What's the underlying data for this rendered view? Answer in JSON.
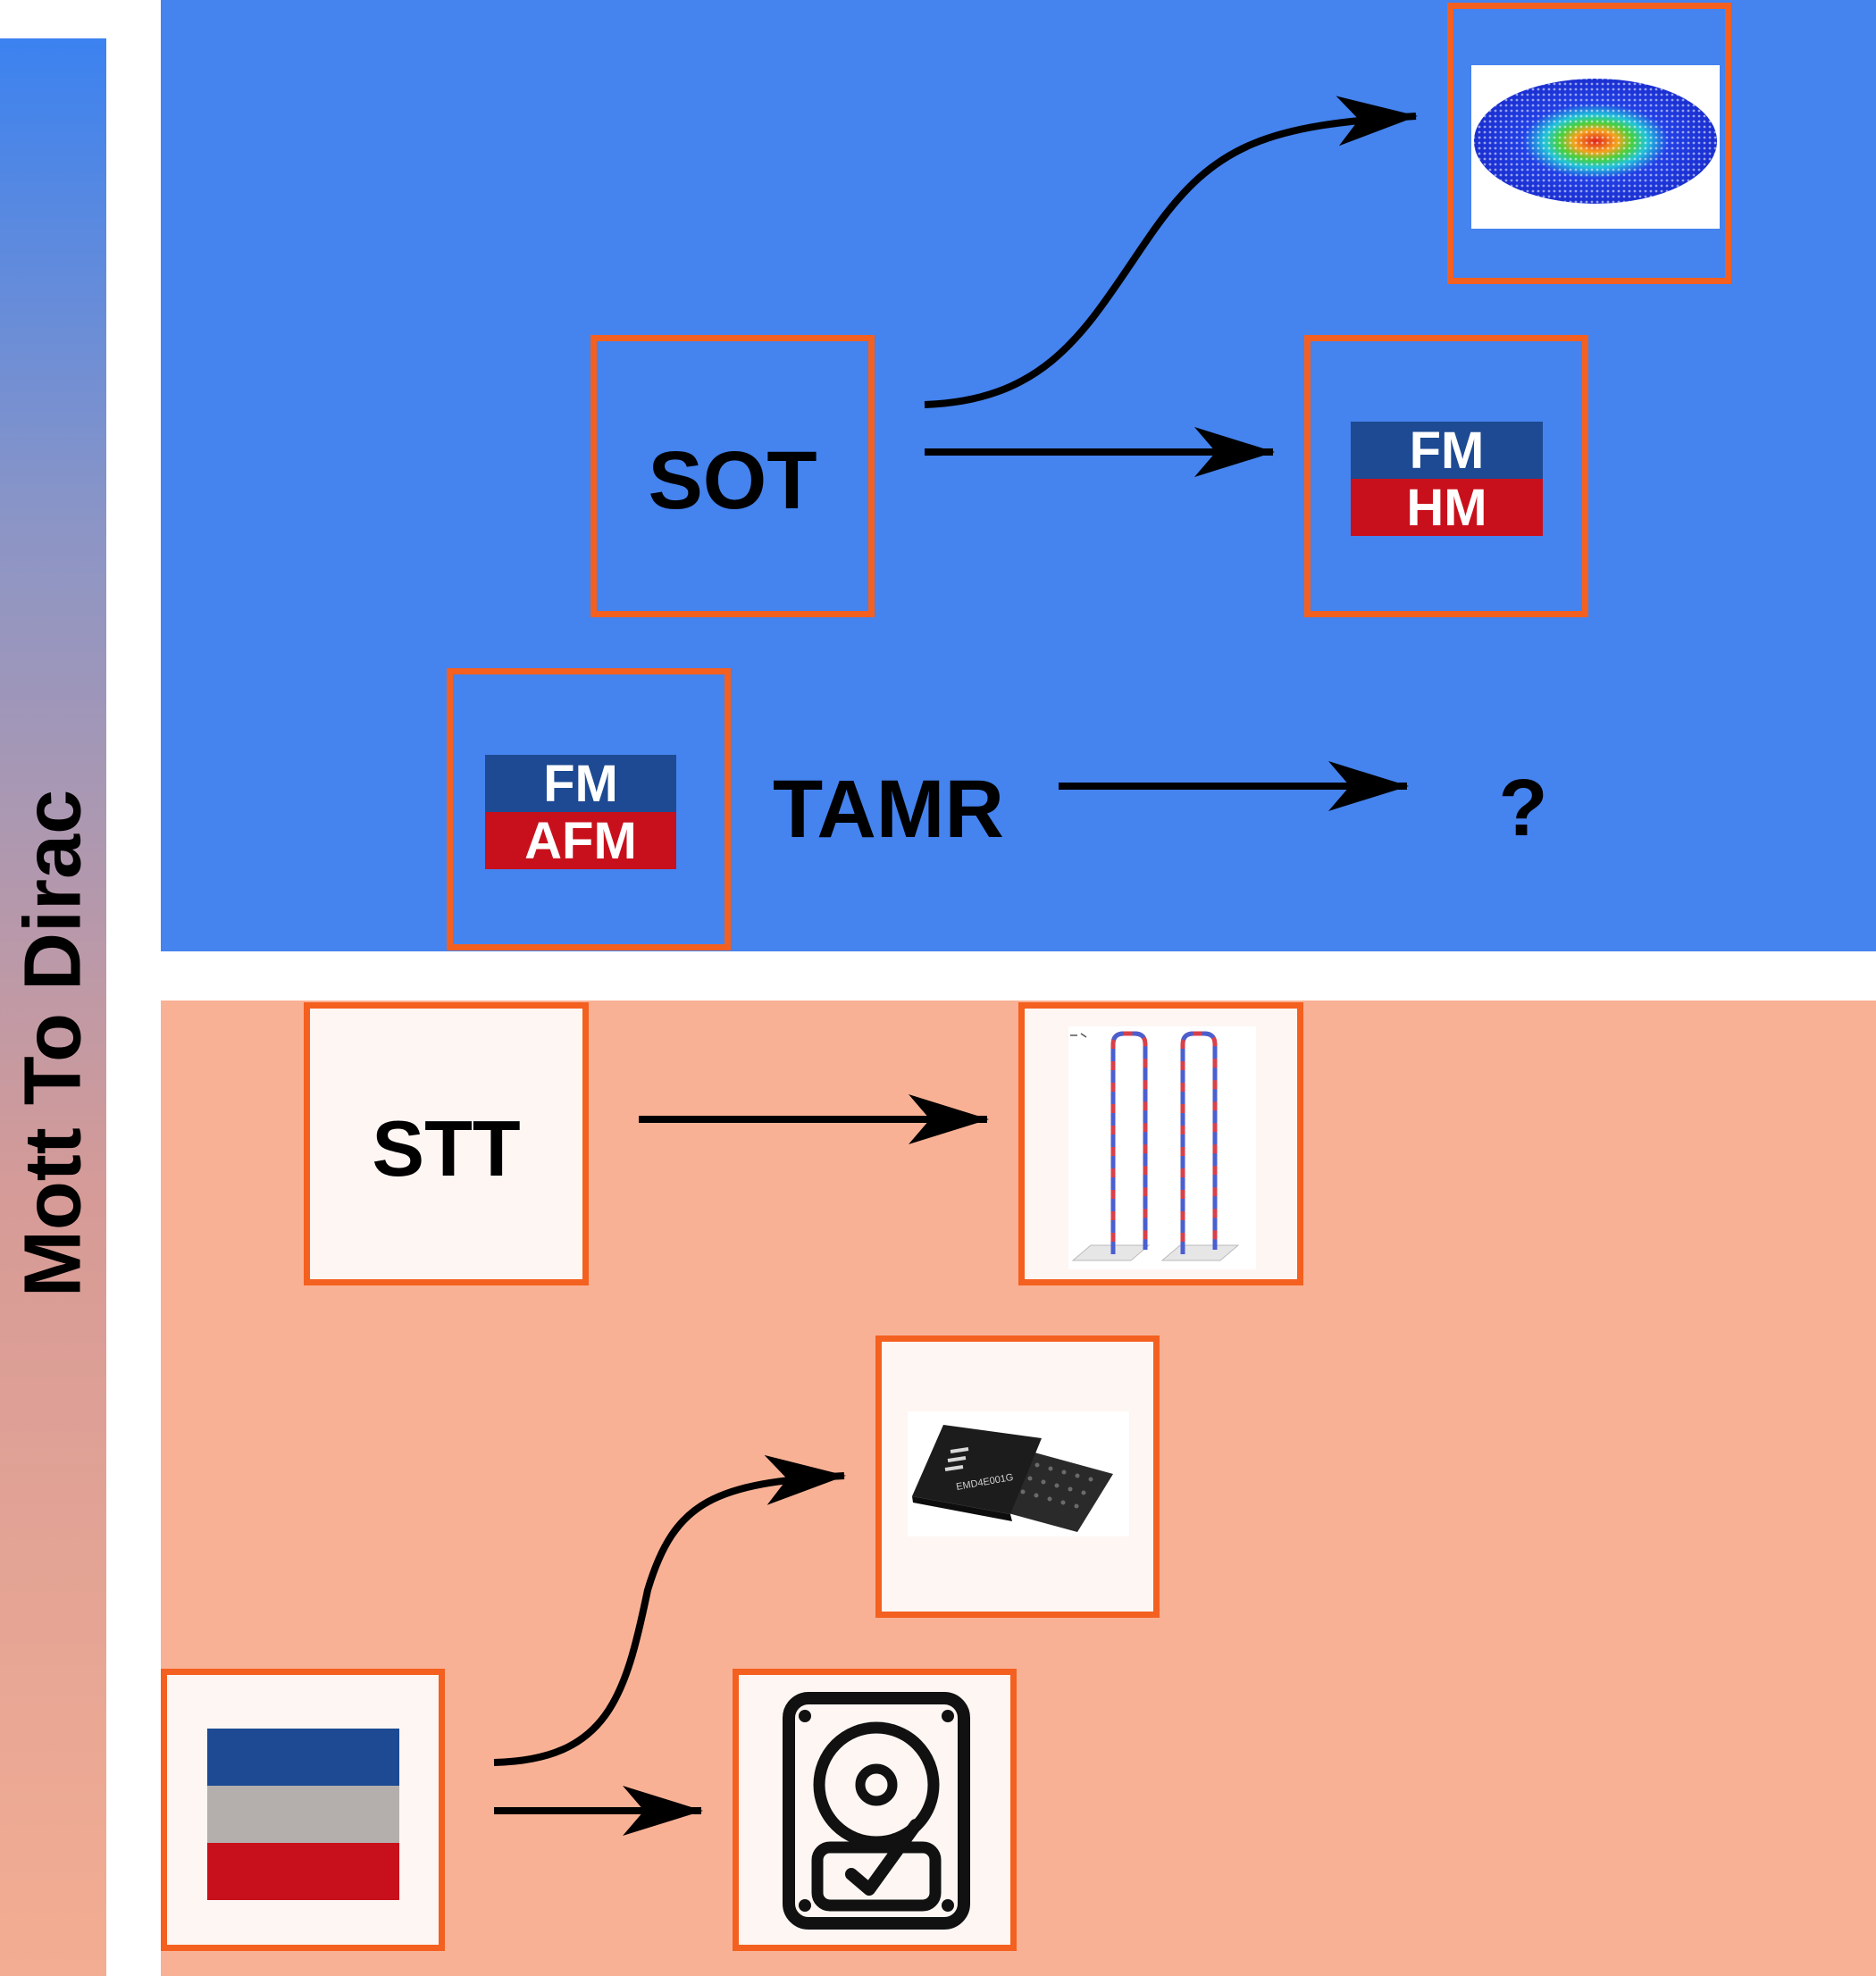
{
  "sidebar": {
    "label": "Mott To Dirac"
  },
  "top_panel": {
    "sot_label": "SOT",
    "fm_hm": {
      "top": "FM",
      "bottom": "HM"
    },
    "fm_afm": {
      "top": "FM",
      "bottom": "AFM"
    },
    "tamr_label": "TAMR",
    "unknown_label": "?"
  },
  "bottom_panel": {
    "stt_label": "STT"
  },
  "colors": {
    "top_panel": "#4583ee",
    "bottom_panel": "#f9b195",
    "box_border": "#f4601f",
    "layer_blue": "#1d4a92",
    "layer_red": "#c8101c",
    "layer_grey": "#b4afad",
    "arrow": "#000000"
  }
}
